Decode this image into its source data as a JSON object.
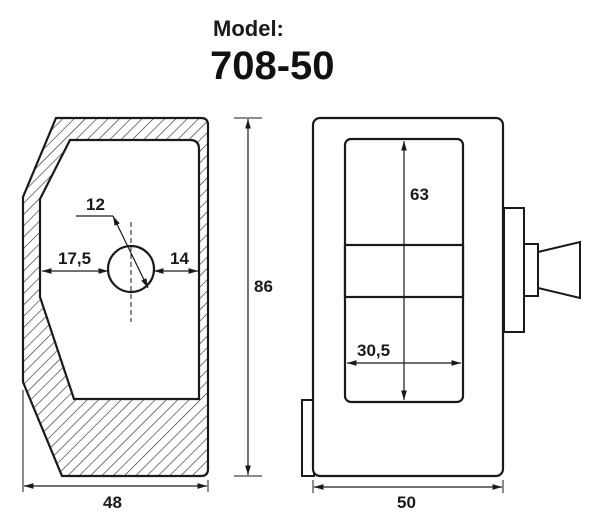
{
  "header": {
    "model_label": "Model:",
    "model_number": "708-50"
  },
  "dimensions": {
    "hole_diameter": "12",
    "left_to_hole": "17,5",
    "hole_to_right": "14",
    "height": "86",
    "width_left_view": "48",
    "width_right_view": "50",
    "window_height": "63",
    "window_width": "30,5"
  },
  "colors": {
    "line": "#1a1a1a",
    "hatch": "#333333",
    "background": "#ffffff"
  }
}
